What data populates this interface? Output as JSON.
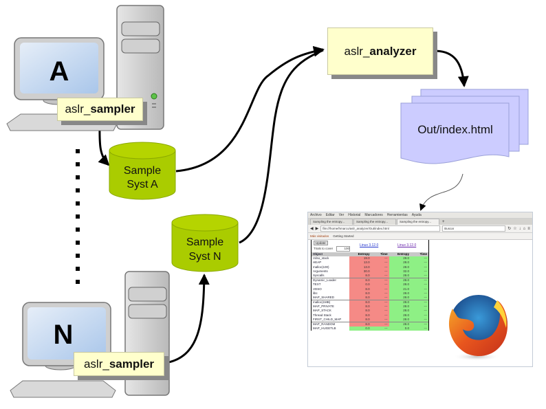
{
  "diagram": {
    "system_a": {
      "screen_letter": "A",
      "sampler_label_normal": "aslr_",
      "sampler_label_bold": "sampler"
    },
    "system_n": {
      "screen_letter": "N",
      "sampler_label_normal": "aslr_",
      "sampler_label_bold": "sampler"
    },
    "db_a": {
      "line1": "Sample",
      "line2": "Syst A"
    },
    "db_n": {
      "line1": "Sample",
      "line2": "Syst N"
    },
    "analyzer": {
      "label_normal": "aslr_",
      "label_bold": "analyzer"
    },
    "output": {
      "label": "Out/index.html"
    },
    "colors": {
      "label_fill": "#ffffcc",
      "db_fill": "#aacc00",
      "doc_fill": "#ccccff",
      "screen_fill": "#c9dcf2",
      "arrow": "#000000"
    }
  },
  "browser": {
    "menu": [
      "Archivo",
      "Editar",
      "Ver",
      "Historial",
      "Marcadores",
      "Herramientas",
      "Ayuda"
    ],
    "tabs": [
      {
        "label": "Sampling the entropy...",
        "active": false
      },
      {
        "label": "Sampling the entropy...",
        "active": false
      },
      {
        "label": "Sampling the entropy...",
        "active": true
      }
    ],
    "url": "file:///home/hmarco/aslr_analyzer/Out/index.html",
    "search_placeholder": "Buscar",
    "bookmarks": [
      "Más visitados",
      "Getting Started"
    ],
    "report": {
      "button_label": "Update",
      "trials_label": "Trials to cover",
      "trials_value": "100",
      "system_links": [
        "Linux 3.12.0",
        "Linux 3.12.0"
      ],
      "columns": [
        "Object",
        "Entropy",
        "Time",
        "Entropy",
        "Time"
      ],
      "rows": [
        {
          "object": "Vdso_stack",
          "e1": "19.0",
          "t1": "---",
          "e2": "29.0",
          "t2": "---",
          "c1": "red",
          "c2": "green",
          "sep": false
        },
        {
          "object": "HEAP",
          "e1": "13.0",
          "t1": "---",
          "e2": "28.0",
          "t2": "---",
          "c1": "red",
          "c2": "green",
          "sep": false
        },
        {
          "object": "malloc(100)",
          "e1": "13.0",
          "t1": "---",
          "e2": "28.0",
          "t2": "---",
          "c1": "red",
          "c2": "green",
          "sep": false
        },
        {
          "object": "Arguments",
          "e1": "30.0",
          "t1": "---",
          "e2": "32.0",
          "t2": "---",
          "c1": "red",
          "c2": "green",
          "sep": false
        },
        {
          "object": "Syscalls",
          "e1": "8.0",
          "t1": "---",
          "e2": "28.0",
          "t2": "---",
          "c1": "red",
          "c2": "green",
          "sep": false
        },
        {
          "object": "Dynamic_Loader",
          "e1": "8.0",
          "t1": "---",
          "e2": "28.0",
          "t2": "---",
          "c1": "red",
          "c2": "green",
          "sep": true
        },
        {
          "object": "TEXT",
          "e1": "0.0",
          "t1": "---",
          "e2": "28.0",
          "t2": "---",
          "c1": "red",
          "c2": "green",
          "sep": false
        },
        {
          "object": "VDSO",
          "e1": "8.0",
          "t1": "---",
          "e2": "21.0",
          "t2": "---",
          "c1": "red",
          "c2": "green",
          "sep": false
        },
        {
          "object": "libc",
          "e1": "8.0",
          "t1": "---",
          "e2": "28.0",
          "t2": "---",
          "c1": "red",
          "c2": "green",
          "sep": false
        },
        {
          "object": "MAP_SHARED",
          "e1": "8.0",
          "t1": "---",
          "e2": "28.0",
          "t2": "---",
          "c1": "red",
          "c2": "green",
          "sep": false
        },
        {
          "object": "malloc(1MB)",
          "e1": "8.0",
          "t1": "---",
          "e2": "28.0",
          "t2": "---",
          "c1": "red",
          "c2": "green",
          "sep": true
        },
        {
          "object": "MAP_PRIVATE",
          "e1": "8.0",
          "t1": "---",
          "e2": "28.0",
          "t2": "---",
          "c1": "red",
          "c2": "green",
          "sep": false
        },
        {
          "object": "MAP_STACK",
          "e1": "8.0",
          "t1": "---",
          "e2": "28.0",
          "t2": "---",
          "c1": "red",
          "c2": "green",
          "sep": false
        },
        {
          "object": "Thread Stack",
          "e1": "8.0",
          "t1": "---",
          "e2": "28.0",
          "t2": "---",
          "c1": "red",
          "c2": "green",
          "sep": false
        },
        {
          "object": "FIRST_CHILD_MAP",
          "e1": "8.0",
          "t1": "---",
          "e2": "28.0",
          "t2": "---",
          "c1": "red",
          "c2": "green",
          "sep": false
        },
        {
          "object": "MAP_RANDOM",
          "e1": "8.0",
          "t1": "---",
          "e2": "28.0",
          "t2": "---",
          "c1": "red",
          "c2": "green",
          "sep": true
        },
        {
          "object": "MAP_HUGETLB",
          "e1": "0.0",
          "t1": "---",
          "e2": "0.0",
          "t2": "---",
          "c1": "green",
          "c2": "green",
          "sep": false
        }
      ]
    }
  }
}
